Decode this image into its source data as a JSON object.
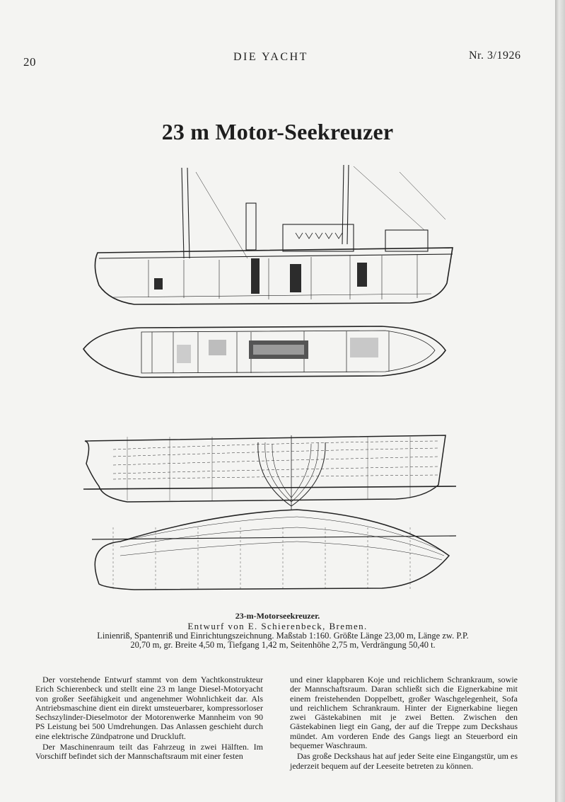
{
  "header": {
    "page_number": "20",
    "magazine": "DIE YACHT",
    "issue": "Nr. 3/1926"
  },
  "article": {
    "title": "23 m Motor-Seekreuzer"
  },
  "caption": {
    "title": "23-m-Motorseekreuzer.",
    "author": "Entwurf von E. Schierenbeck, Bremen.",
    "spec_line1": "Linienriß, Spantenriß und Einrichtungszeichnung. Maßstab 1:160. Größte Länge 23,00 m, Länge zw. P.P.",
    "spec_line2": "20,70 m, gr. Breite 4,50 m, Tiefgang 1,42 m, Seitenhöhe 2,75 m, Verdrängung 50,40 t."
  },
  "body": {
    "left_p1": "Der vorstehende Entwurf stammt von dem Yachtkonstrukteur Erich Schierenbeck und stellt eine 23 m lange Diesel-Motoryacht von großer Seefähigkeit und angenehmer Wohnlichkeit dar. Als Antriebsmaschine dient ein direkt umsteuerbarer, kompressorloser Sechszylinder-Dieselmotor der Motorenwerke Mannheim von 90 PS Leistung bei 500 Umdrehungen. Das Anlassen geschieht durch eine elektrische Zündpatrone und Druckluft.",
    "left_p2": "Der Maschinenraum teilt das Fahrzeug in zwei Hälften. Im Vorschiff befindet sich der Mannschaftsraum mit einer festen",
    "right_p1": "und einer klappbaren Koje und reichlichem Schrankraum, sowie der Mannschaftsraum. Daran schließt sich die Eignerkabine mit einem freistehenden Doppelbett, großer Waschgelegenheit, Sofa und reichlichem Schrankraum. Hinter der Eignerkabine liegen zwei Gästekabinen mit je zwei Betten. Zwischen den Gästekabinen liegt ein Gang, der auf die Treppe zum Deckshaus mündet. Am vorderen Ende des Gangs liegt an Steuerbord ein bequemer Waschraum.",
    "right_p2": "Das große Deckshaus hat auf jeder Seite eine Eingangstür, um es jederzeit bequem auf der Leeseite betreten zu können."
  }
}
